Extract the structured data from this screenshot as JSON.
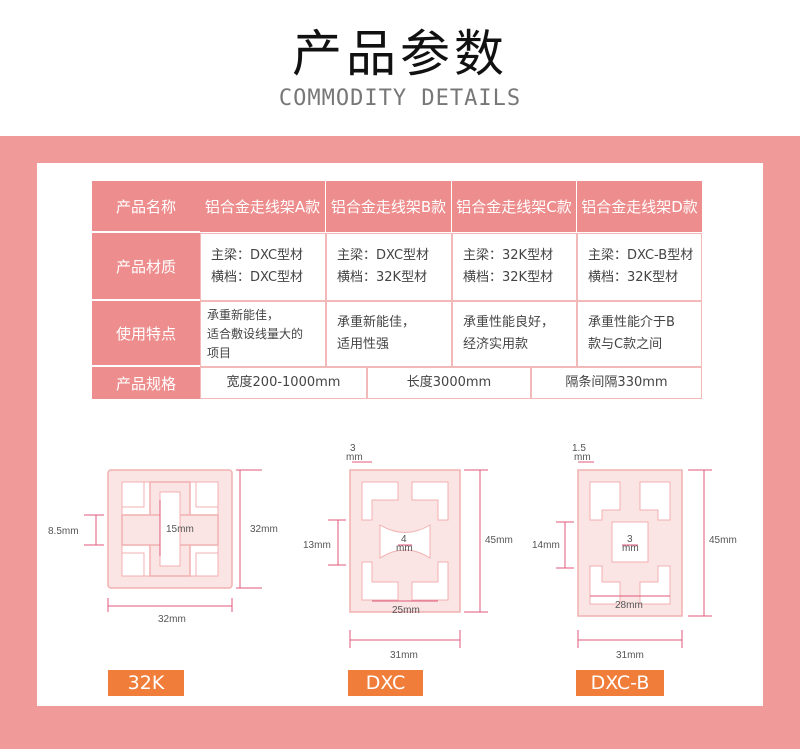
{
  "header": {
    "title": "产品参数",
    "subtitle": "COMMODITY DETAILS"
  },
  "table": {
    "row_labels": [
      "产品名称",
      "产品材质",
      "使用特点",
      "产品规格"
    ],
    "columns": [
      "铝合金走线架A款",
      "铝合金走线架B款",
      "铝合金走线架C款",
      "铝合金走线架D款"
    ],
    "material": [
      [
        "主梁：DXC型材",
        "横档：DXC型材"
      ],
      [
        "主梁：DXC型材",
        "横档：32K型材"
      ],
      [
        "主梁：32K型材",
        "横档：32K型材"
      ],
      [
        "主梁：DXC-B型材",
        "横档：32K型材"
      ]
    ],
    "features": [
      [
        "承重新能佳，",
        "适合敷设线量大的",
        "项目"
      ],
      [
        "承重新能佳，",
        "适用性强"
      ],
      [
        "承重性能良好，",
        "经济实用款"
      ],
      [
        "承重性能介于B",
        "款与C款之间"
      ]
    ],
    "specs": [
      "宽度200-1000mm",
      "长度3000mm",
      "隔条间隔330mm"
    ]
  },
  "profiles": [
    {
      "label": "32K",
      "dims": {
        "left": "8.5mm",
        "inner": "15mm",
        "height": "32mm",
        "width": "32mm"
      }
    },
    {
      "label": "DXC",
      "dims": {
        "top": "3",
        "top_unit": "mm",
        "left": "13mm",
        "height": "45mm",
        "gap": "4",
        "gap_unit": "mm",
        "inner": "25mm",
        "width": "31mm"
      }
    },
    {
      "label": "DXC-B",
      "dims": {
        "top": "1.5",
        "top_unit": "mm",
        "left": "14mm",
        "height": "45mm",
        "gap": "3",
        "gap_unit": "mm",
        "inner": "28mm",
        "width": "31mm"
      }
    }
  ],
  "colors": {
    "band": "#f09a9a",
    "table_header": "#ee8d8d",
    "label": "#f07e3a"
  }
}
